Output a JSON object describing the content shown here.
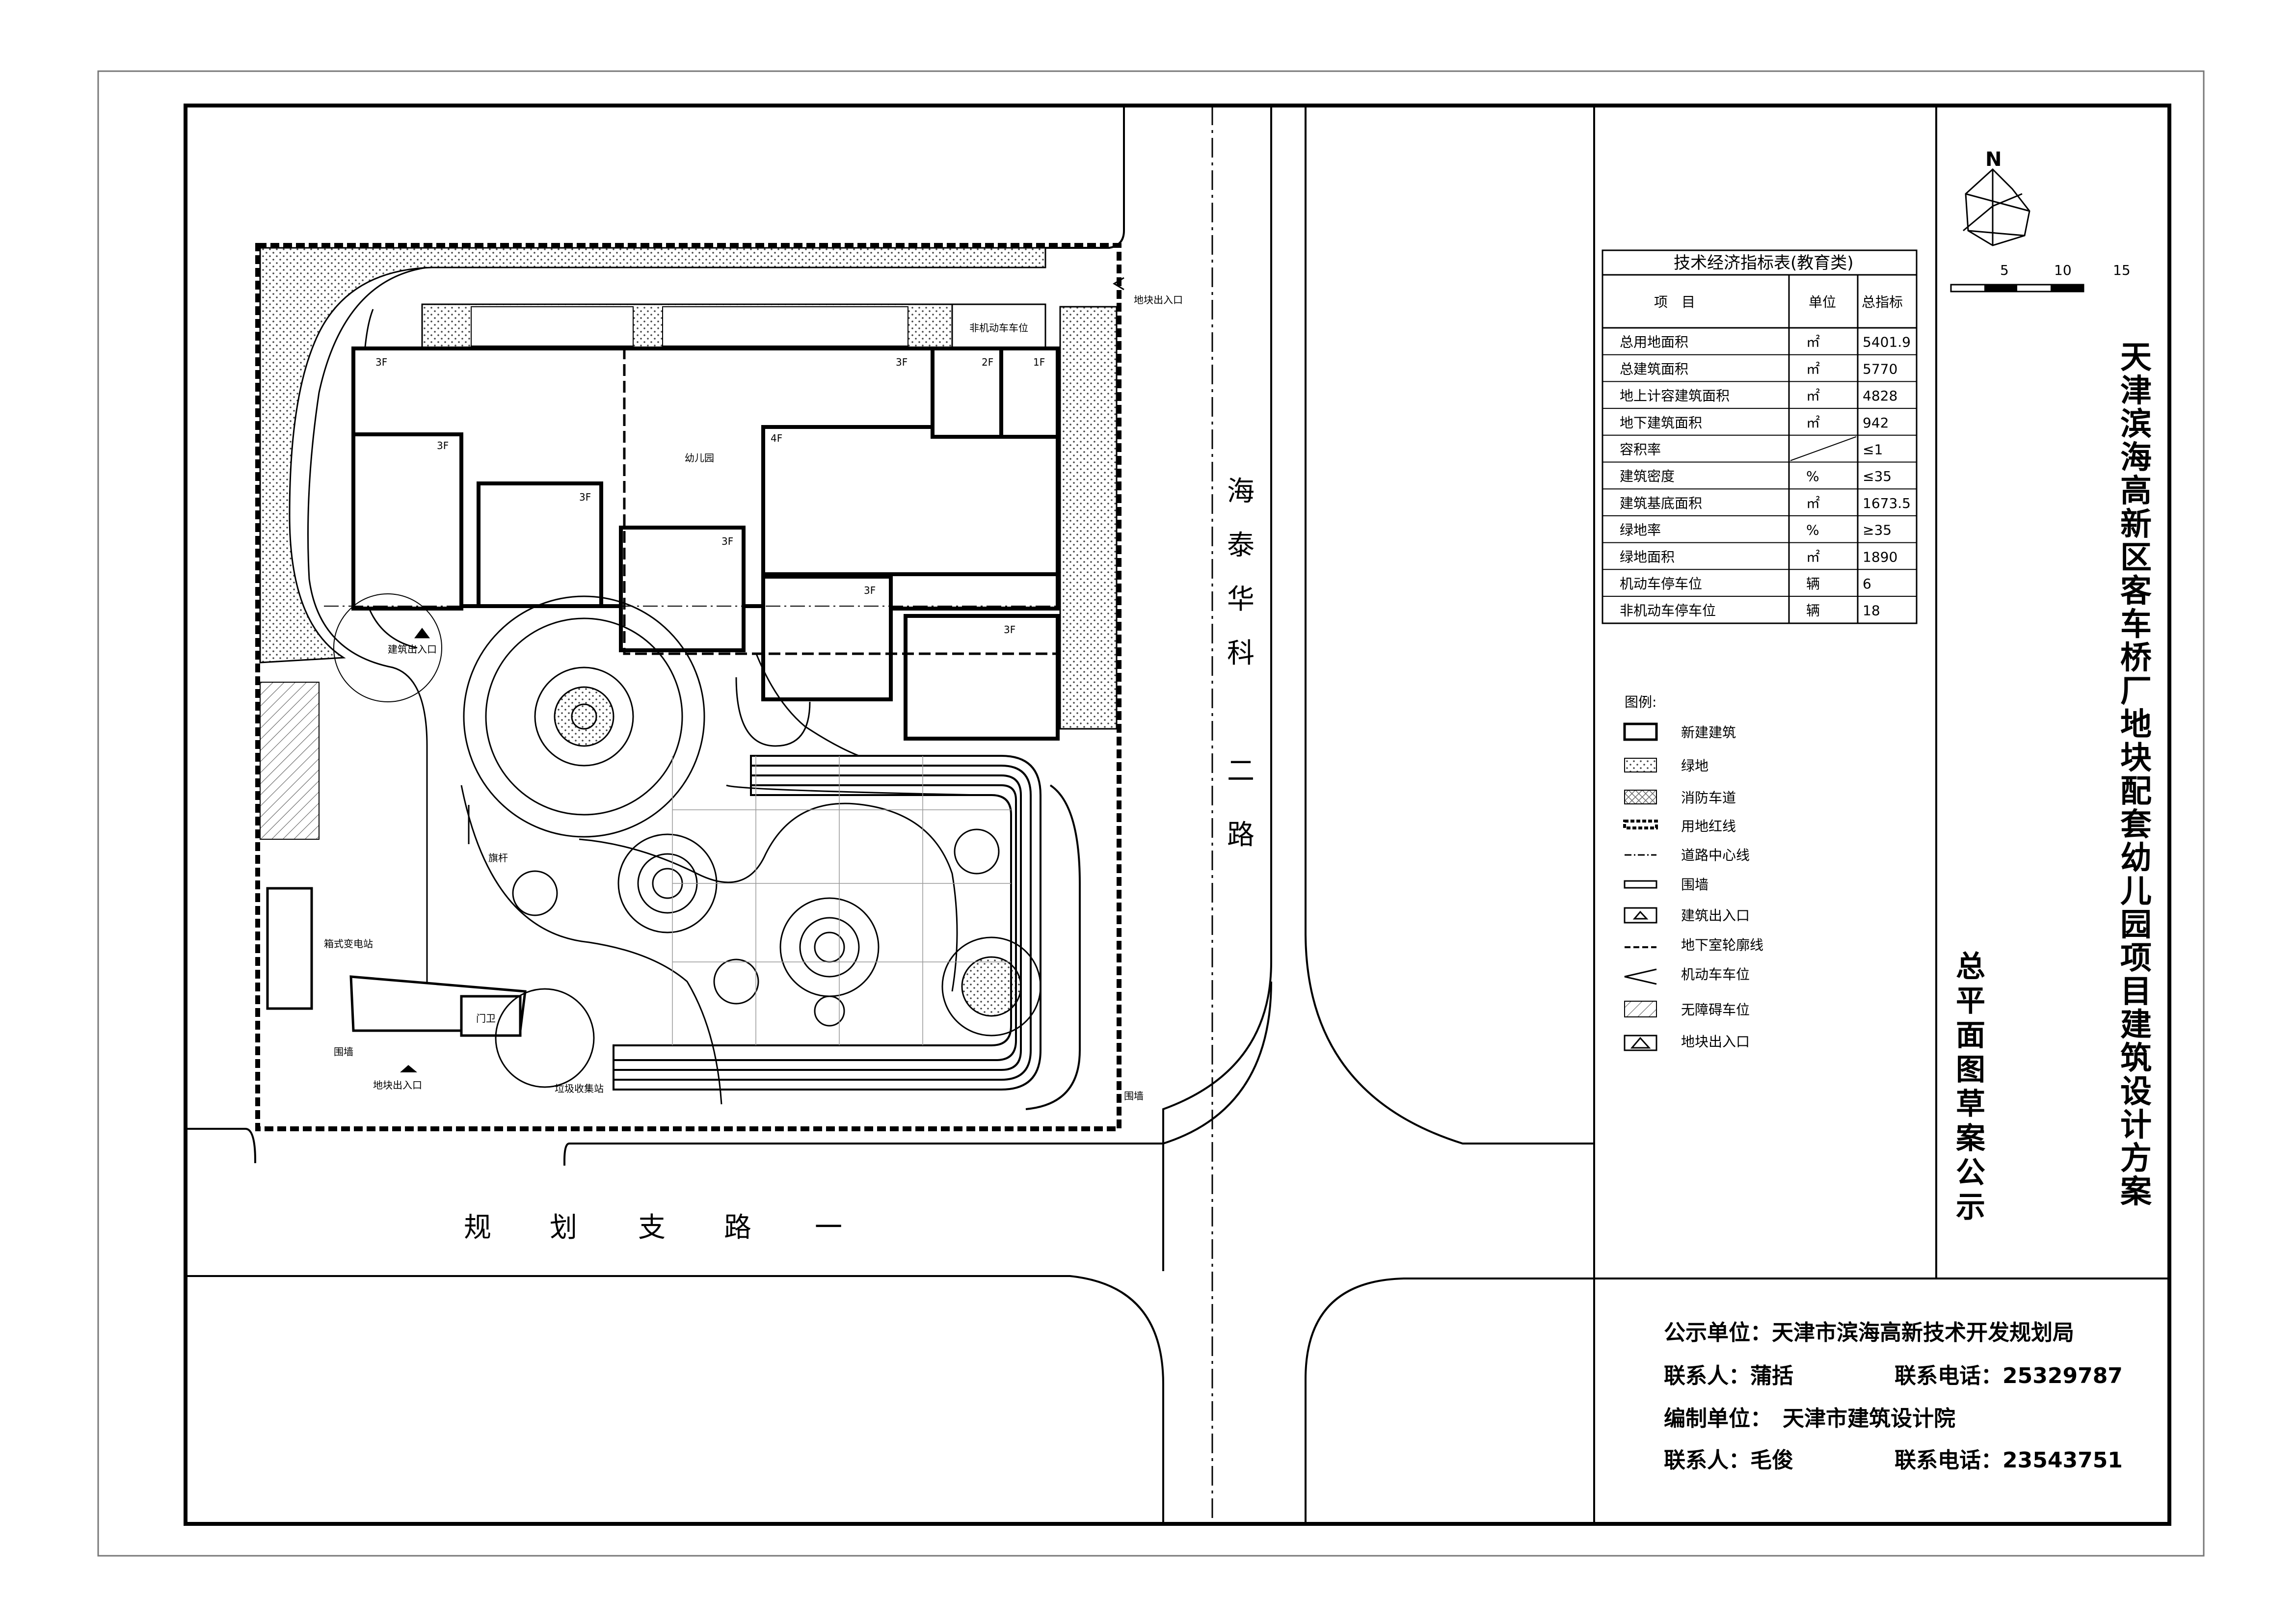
{
  "roads": {
    "east_road": [
      "海",
      "泰",
      "华",
      "科",
      "二",
      "路"
    ],
    "south_road": [
      "规",
      "划",
      "支",
      "路",
      "一"
    ]
  },
  "plan_labels": {
    "kindergarten": "幼儿园",
    "floors_3f": "3F",
    "floors_4f": "4F",
    "floors_2f": "2F",
    "floors_1f": "1F",
    "bike_parking": "非机动车车位",
    "site_entrance_east": "地块出入口",
    "site_entrance_south": "地块出入口",
    "building_entrance": "建筑出入口",
    "flagpole": "旗杆",
    "substation": "箱式变电站",
    "guard": "门卫",
    "wall_west": "围墙",
    "wall_south": "围墙",
    "refuse": "垃圾收集站"
  },
  "compass": {
    "north": "N",
    "scale_ticks": [
      "5",
      "10",
      "15"
    ]
  },
  "table": {
    "title": "技术经济指标表(教育类)",
    "headers": [
      "项　目",
      "单位",
      "总指标"
    ],
    "rows": [
      [
        "总用地面积",
        "㎡",
        "5401.9"
      ],
      [
        "总建筑面积",
        "㎡",
        "5770"
      ],
      [
        "地上计容建筑面积",
        "㎡",
        "4828"
      ],
      [
        "地下建筑面积",
        "㎡",
        "942"
      ],
      [
        "容积率",
        "",
        "≤1"
      ],
      [
        "建筑密度",
        "%",
        "≤35"
      ],
      [
        "建筑基底面积",
        "㎡",
        "1673.5"
      ],
      [
        "绿地率",
        "%",
        "≥35"
      ],
      [
        "绿地面积",
        "㎡",
        "1890"
      ],
      [
        "机动车停车位",
        "辆",
        "6"
      ],
      [
        "非机动车停车位",
        "辆",
        "18"
      ]
    ]
  },
  "legend": {
    "title": "图例:",
    "items": [
      "新建建筑",
      "绿地",
      "消防车道",
      "用地红线",
      "道路中心线",
      "围墙",
      "建筑出入口",
      "地下室轮廓线",
      "机动车车位",
      "无障碍车位",
      "地块出入口"
    ]
  },
  "title_vertical": [
    "天",
    "津",
    "滨",
    "海",
    "高",
    "新",
    "区",
    "客",
    "车",
    "桥",
    "厂",
    "地",
    "块",
    "配",
    "套",
    "幼",
    "儿",
    "园",
    "项",
    "目",
    "建",
    "筑",
    "设",
    "计",
    "方",
    "案"
  ],
  "subtitle_vertical": [
    "总",
    "平",
    "面",
    "图",
    "草",
    "案",
    "公",
    "示"
  ],
  "credits": {
    "publisher": "公示单位：天津市滨海高新技术开发规划局",
    "contact1": "联系人：蒲括",
    "phone1": "联系电话：25329787",
    "compiler": "编制单位：　天津市建筑设计院",
    "contact2": "联系人：毛俊",
    "phone2": "联系电话：23543751"
  }
}
